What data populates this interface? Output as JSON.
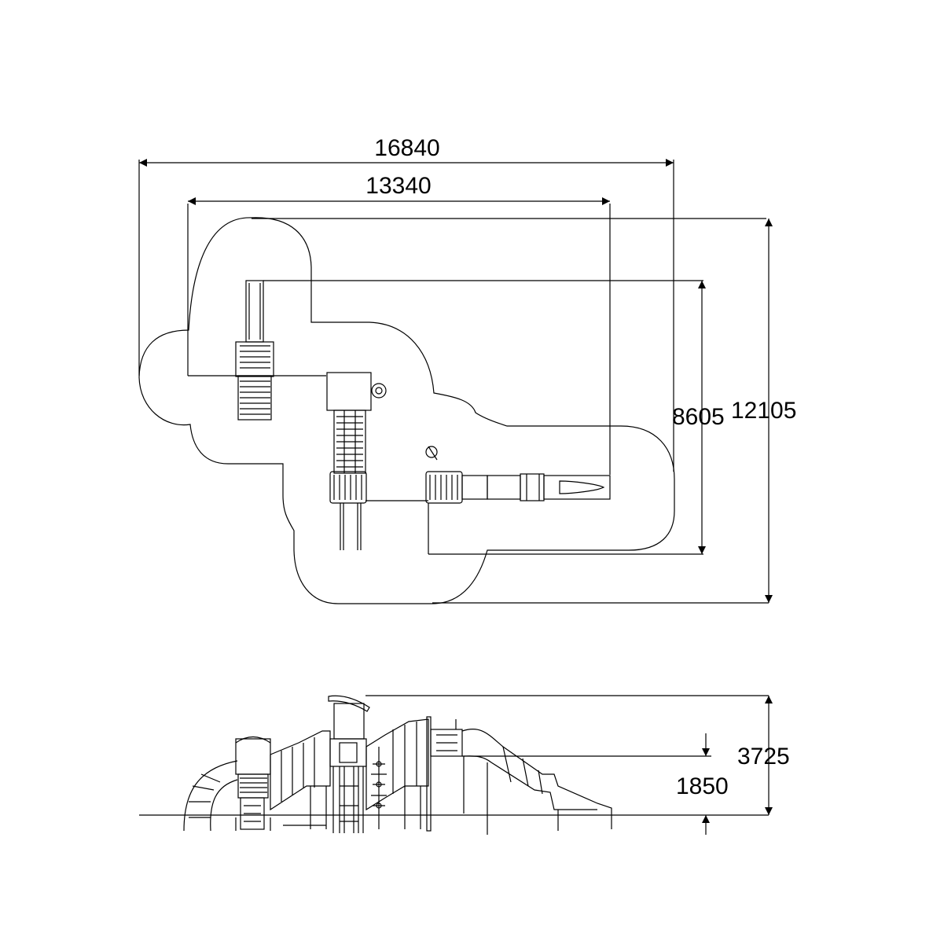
{
  "dimensions": {
    "plan_overall_width": "16840",
    "plan_equipment_width": "13340",
    "plan_equipment_depth": "8605",
    "plan_overall_depth": "12105",
    "elevation_overall_height": "3725",
    "elevation_platform_height": "1850"
  },
  "colors": {
    "line": "#000000",
    "background": "#ffffff"
  }
}
